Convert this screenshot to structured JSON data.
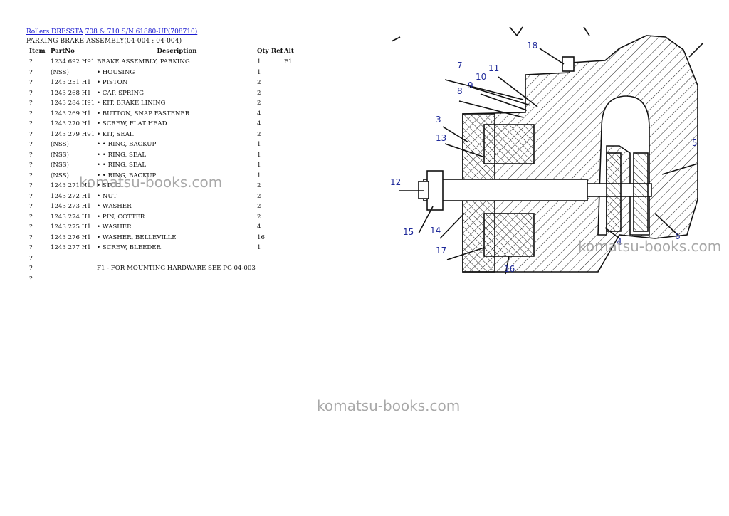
{
  "breadcrumb": {
    "link1": "Rollers DRESSTA",
    "link2": "708 & 710 S/N 61880-UP(708710)"
  },
  "assembly_title": "PARKING BRAKE ASSEMBLY(04-004 : 04-004)",
  "table": {
    "headers": {
      "item": "Item",
      "partno": "PartNo",
      "description": "Description",
      "qty": "Qty",
      "ref": "Ref",
      "alt": "Alt"
    },
    "rows": [
      {
        "item": "?",
        "partno": "1234 692 H91",
        "description": "BRAKE ASSEMBLY, PARKING",
        "qty": "1",
        "ref": "",
        "alt": "F1"
      },
      {
        "item": "?",
        "partno": "(NSS)",
        "description": "• HOUSING",
        "qty": "1",
        "ref": "",
        "alt": ""
      },
      {
        "item": "?",
        "partno": "1243 251 H1",
        "description": "• PISTON",
        "qty": "2",
        "ref": "",
        "alt": ""
      },
      {
        "item": "?",
        "partno": "1243 268 H1",
        "description": "• CAP, SPRING",
        "qty": "2",
        "ref": "",
        "alt": ""
      },
      {
        "item": "?",
        "partno": "1243 284 H91",
        "description": "• KIT, BRAKE LINING",
        "qty": "2",
        "ref": "",
        "alt": ""
      },
      {
        "item": "?",
        "partno": "1243 269 H1",
        "description": "• BUTTON, SNAP FASTENER",
        "qty": "4",
        "ref": "",
        "alt": ""
      },
      {
        "item": "?",
        "partno": "1243 270 H1",
        "description": "• SCREW, FLAT HEAD",
        "qty": "4",
        "ref": "",
        "alt": ""
      },
      {
        "item": "?",
        "partno": "1243 279 H91",
        "description": "• KIT, SEAL",
        "qty": "2",
        "ref": "",
        "alt": ""
      },
      {
        "item": "?",
        "partno": "(NSS)",
        "description": "• • RING, BACKUP",
        "qty": "1",
        "ref": "",
        "alt": ""
      },
      {
        "item": "?",
        "partno": "(NSS)",
        "description": "• • RING, SEAL",
        "qty": "1",
        "ref": "",
        "alt": ""
      },
      {
        "item": "?",
        "partno": "(NSS)",
        "description": "• • RING, SEAL",
        "qty": "1",
        "ref": "",
        "alt": ""
      },
      {
        "item": "?",
        "partno": "(NSS)",
        "description": "• • RING, BACKUP",
        "qty": "1",
        "ref": "",
        "alt": ""
      },
      {
        "item": "?",
        "partno": "1243 271 H1",
        "description": "• STUD",
        "qty": "2",
        "ref": "",
        "alt": ""
      },
      {
        "item": "?",
        "partno": "1243 272 H1",
        "description": "• NUT",
        "qty": "2",
        "ref": "",
        "alt": ""
      },
      {
        "item": "?",
        "partno": "1243 273 H1",
        "description": "• WASHER",
        "qty": "2",
        "ref": "",
        "alt": ""
      },
      {
        "item": "?",
        "partno": "1243 274 H1",
        "description": "• PIN, COTTER",
        "qty": "2",
        "ref": "",
        "alt": ""
      },
      {
        "item": "?",
        "partno": "1243 275 H1",
        "description": "• WASHER",
        "qty": "4",
        "ref": "",
        "alt": ""
      },
      {
        "item": "?",
        "partno": "1243 276 H1",
        "description": "• WASHER, BELLEVILLE",
        "qty": "16",
        "ref": "",
        "alt": ""
      },
      {
        "item": "?",
        "partno": "1243 277 H1",
        "description": "• SCREW, BLEEDER",
        "qty": "1",
        "ref": "",
        "alt": ""
      },
      {
        "item": "?",
        "partno": "",
        "description": "",
        "qty": "",
        "ref": "",
        "alt": ""
      },
      {
        "item": "?",
        "partno": "",
        "description": "F1 - FOR MOUNTING HARDWARE SEE PG 04-003",
        "qty": "",
        "ref": "",
        "alt": ""
      },
      {
        "item": "?",
        "partno": "",
        "description": "",
        "qty": "",
        "ref": "",
        "alt": ""
      }
    ]
  },
  "watermark": "komatsu-books.com",
  "callouts": [
    "18",
    "7",
    "10",
    "11",
    "9",
    "8",
    "3",
    "13",
    "12",
    "15",
    "14",
    "17",
    "16",
    "5",
    "4",
    "6"
  ],
  "colors": {
    "link": "#1a1ad0",
    "callout": "#1f2a9a",
    "watermark": "#9a9a9a"
  }
}
